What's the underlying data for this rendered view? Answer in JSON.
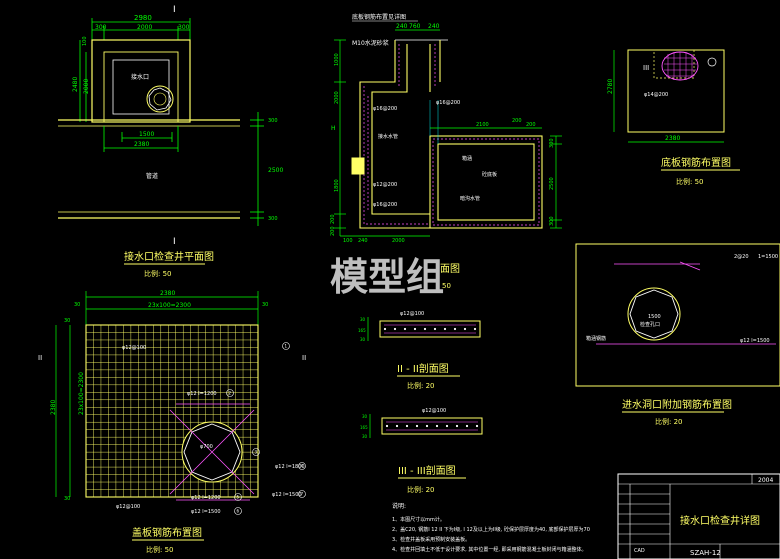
{
  "watermark": "模型组",
  "colors": {
    "background": "#000000",
    "outline": "#ffff66",
    "dimension": "#00ff00",
    "text": "#ffff66",
    "white": "#ffffff",
    "magenta": "#ff55ff",
    "cyan": "#00e5e5"
  },
  "plan": {
    "section_mark_top": "I",
    "section_mark_bottom": "I",
    "dim_top_overall": "2980",
    "dim_top_parts": [
      "300",
      "2000",
      "300"
    ],
    "dim_left": [
      "2480",
      "2000"
    ],
    "dim_bottom_inner": "1500",
    "dim_bottom_overall": "2380",
    "dim_right": [
      "300",
      "2500",
      "300"
    ],
    "dim_left_small": "100",
    "label_opening": "接水口",
    "label_pipe": "管道",
    "title": "接水口检查井平面图",
    "scale": "比例: 50"
  },
  "section": {
    "top_note": "底板钢筋布置见详图",
    "note_m10": "M10水泥砂浆",
    "dims_top": [
      "240",
      "760",
      "240"
    ],
    "dims_left": [
      "1000",
      "2000",
      "H",
      "1800",
      "200",
      "200"
    ],
    "dims_bottom": [
      "100",
      "240",
      "2000"
    ],
    "dims_pipe": [
      "2100",
      "200",
      "200"
    ],
    "dims_right": [
      "300",
      "2500",
      "300"
    ],
    "rebar_labels": [
      "φ16@200",
      "φ12@200",
      "φ16@200",
      "φ16@200"
    ],
    "note_pipe": "箱涵",
    "note_inlet": "接水水管",
    "note_pump": "暗沟水管",
    "note_base": "砼底板",
    "title_partial": "面图",
    "scale_partial": "50"
  },
  "base_plan": {
    "section_mark": "III",
    "dim_left": "2780",
    "dim_bottom": "2380",
    "rebar": "φ14@200",
    "title": "底板钢筋布置图",
    "scale": "比例: 50"
  },
  "grid_plan": {
    "dim_top_overall": "2380",
    "dim_top_parts": "23x100=2300",
    "dim_left_overall": "2380",
    "dim_left_parts": "23x100=2300",
    "edge_dims": [
      "30",
      "30",
      "30",
      "30"
    ],
    "section_mark_left": "II",
    "section_mark_right": "II",
    "labels": [
      "φ12@100",
      "φ12 l=1200",
      "φ700",
      "φ12 l=1800",
      "φ12 l=1200",
      "φ12 l=1500",
      "φ12 l=1500",
      "φ12@100"
    ],
    "bubble_numbers": [
      "1",
      "2",
      "3",
      "4",
      "5",
      "6",
      "7"
    ],
    "title": "盖板钢筋布置图",
    "scale": "比例: 50"
  },
  "detail2": {
    "rebar": "φ12@100",
    "dims": [
      "30",
      "165",
      "30"
    ],
    "title": "II - II剖面图",
    "scale": "比例: 20"
  },
  "detail3": {
    "rebar": "φ12@100",
    "dims": [
      "30",
      "165",
      "30"
    ],
    "title": "III - III剖面图",
    "scale": "比例: 20"
  },
  "opening_detail": {
    "dims_top": [
      "2@20",
      "1=1500"
    ],
    "dim_circle": "1500",
    "label_inside": "检查孔口",
    "label_left": "箱涵钢筋",
    "label_rebar": "φ12 l=1500",
    "title": "进水洞口附加钢筋布置图",
    "scale": "比例: 20"
  },
  "notes": {
    "heading": "说明:",
    "lines": [
      "1、本图尺寸以mm计。",
      "2、盖C20, 钢筋I 12 II 下为I级, I 12及以上为II级, 砼保护层厚度为40, 底部保护层厚为70",
      "3、检查井盖板采用预制安装盖板。",
      "4、检查井回填土不低于设计要求, 其中位置一经, 即采用钢筋混凝土板封闭与箱涵整体。"
    ]
  },
  "title_block": {
    "main_title": "接水口检查井详图",
    "drawing_no": "SZAH-12",
    "year": "2004",
    "small": "CAD"
  }
}
